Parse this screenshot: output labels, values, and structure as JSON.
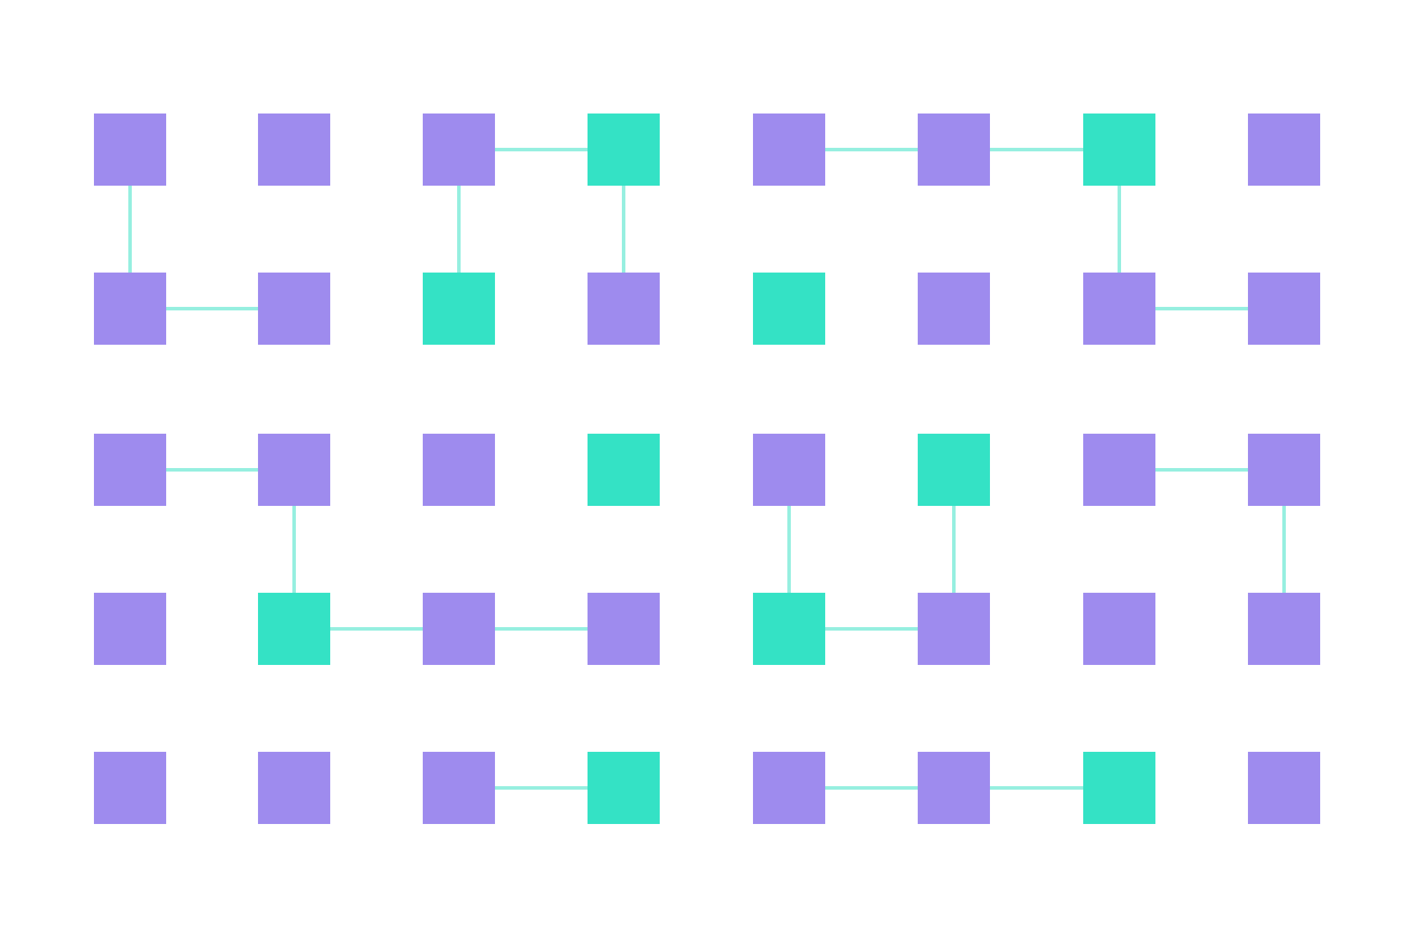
{
  "diagram": {
    "colors": {
      "background": "#ffffff",
      "node_default": "#9e8bee",
      "node_highlight": "#34e2c5",
      "edge": "#96efe0"
    },
    "grid": {
      "rows": 5,
      "cols": 8
    },
    "nodes": [
      {
        "row": 0,
        "col": 0,
        "kind": "default"
      },
      {
        "row": 0,
        "col": 1,
        "kind": "default"
      },
      {
        "row": 0,
        "col": 2,
        "kind": "default"
      },
      {
        "row": 0,
        "col": 3,
        "kind": "highlight"
      },
      {
        "row": 0,
        "col": 4,
        "kind": "default"
      },
      {
        "row": 0,
        "col": 5,
        "kind": "default"
      },
      {
        "row": 0,
        "col": 6,
        "kind": "highlight"
      },
      {
        "row": 0,
        "col": 7,
        "kind": "default"
      },
      {
        "row": 1,
        "col": 0,
        "kind": "default"
      },
      {
        "row": 1,
        "col": 1,
        "kind": "default"
      },
      {
        "row": 1,
        "col": 2,
        "kind": "highlight"
      },
      {
        "row": 1,
        "col": 3,
        "kind": "default"
      },
      {
        "row": 1,
        "col": 4,
        "kind": "highlight"
      },
      {
        "row": 1,
        "col": 5,
        "kind": "default"
      },
      {
        "row": 1,
        "col": 6,
        "kind": "default"
      },
      {
        "row": 1,
        "col": 7,
        "kind": "default"
      },
      {
        "row": 2,
        "col": 0,
        "kind": "default"
      },
      {
        "row": 2,
        "col": 1,
        "kind": "default"
      },
      {
        "row": 2,
        "col": 2,
        "kind": "default"
      },
      {
        "row": 2,
        "col": 3,
        "kind": "highlight"
      },
      {
        "row": 2,
        "col": 4,
        "kind": "default"
      },
      {
        "row": 2,
        "col": 5,
        "kind": "highlight"
      },
      {
        "row": 2,
        "col": 6,
        "kind": "default"
      },
      {
        "row": 2,
        "col": 7,
        "kind": "default"
      },
      {
        "row": 3,
        "col": 0,
        "kind": "default"
      },
      {
        "row": 3,
        "col": 1,
        "kind": "highlight"
      },
      {
        "row": 3,
        "col": 2,
        "kind": "default"
      },
      {
        "row": 3,
        "col": 3,
        "kind": "default"
      },
      {
        "row": 3,
        "col": 4,
        "kind": "highlight"
      },
      {
        "row": 3,
        "col": 5,
        "kind": "default"
      },
      {
        "row": 3,
        "col": 6,
        "kind": "default"
      },
      {
        "row": 3,
        "col": 7,
        "kind": "default"
      },
      {
        "row": 4,
        "col": 0,
        "kind": "default"
      },
      {
        "row": 4,
        "col": 1,
        "kind": "default"
      },
      {
        "row": 4,
        "col": 2,
        "kind": "default"
      },
      {
        "row": 4,
        "col": 3,
        "kind": "highlight"
      },
      {
        "row": 4,
        "col": 4,
        "kind": "default"
      },
      {
        "row": 4,
        "col": 5,
        "kind": "default"
      },
      {
        "row": 4,
        "col": 6,
        "kind": "highlight"
      },
      {
        "row": 4,
        "col": 7,
        "kind": "default"
      }
    ],
    "edges": [
      {
        "from": [
          0,
          0
        ],
        "to": [
          1,
          0
        ]
      },
      {
        "from": [
          1,
          0
        ],
        "to": [
          1,
          1
        ]
      },
      {
        "from": [
          0,
          2
        ],
        "to": [
          0,
          3
        ]
      },
      {
        "from": [
          0,
          2
        ],
        "to": [
          1,
          2
        ]
      },
      {
        "from": [
          0,
          3
        ],
        "to": [
          1,
          3
        ]
      },
      {
        "from": [
          0,
          4
        ],
        "to": [
          0,
          5
        ]
      },
      {
        "from": [
          0,
          5
        ],
        "to": [
          0,
          6
        ]
      },
      {
        "from": [
          0,
          6
        ],
        "to": [
          1,
          6
        ]
      },
      {
        "from": [
          1,
          6
        ],
        "to": [
          1,
          7
        ]
      },
      {
        "from": [
          2,
          0
        ],
        "to": [
          2,
          1
        ]
      },
      {
        "from": [
          2,
          1
        ],
        "to": [
          3,
          1
        ]
      },
      {
        "from": [
          3,
          1
        ],
        "to": [
          3,
          2
        ]
      },
      {
        "from": [
          3,
          2
        ],
        "to": [
          3,
          3
        ]
      },
      {
        "from": [
          2,
          4
        ],
        "to": [
          3,
          4
        ]
      },
      {
        "from": [
          3,
          4
        ],
        "to": [
          3,
          5
        ]
      },
      {
        "from": [
          2,
          5
        ],
        "to": [
          3,
          5
        ]
      },
      {
        "from": [
          2,
          6
        ],
        "to": [
          2,
          7
        ]
      },
      {
        "from": [
          2,
          7
        ],
        "to": [
          3,
          7
        ]
      },
      {
        "from": [
          4,
          2
        ],
        "to": [
          4,
          3
        ]
      },
      {
        "from": [
          4,
          4
        ],
        "to": [
          4,
          5
        ]
      },
      {
        "from": [
          4,
          5
        ],
        "to": [
          4,
          6
        ]
      }
    ]
  }
}
